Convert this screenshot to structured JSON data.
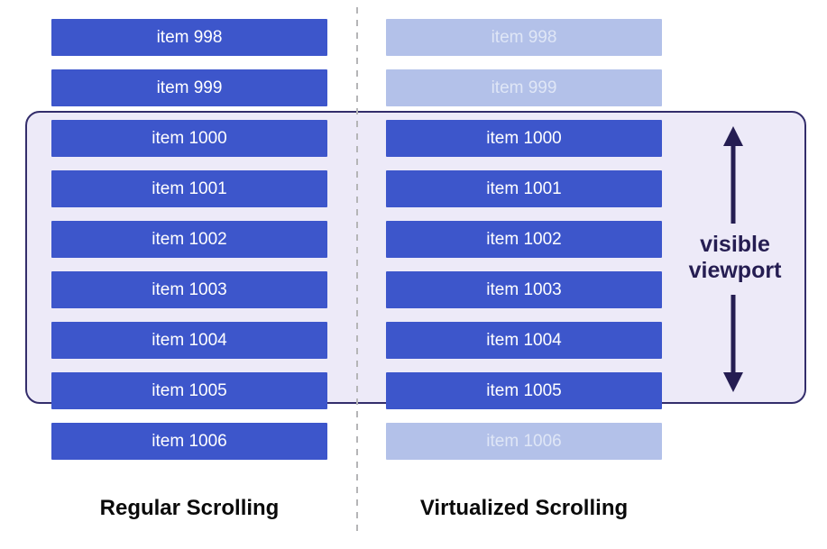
{
  "columns": [
    {
      "id": "regular",
      "caption": "Regular Scrolling",
      "items": [
        {
          "label": "item 998",
          "rendered": true
        },
        {
          "label": "item 999",
          "rendered": true
        },
        {
          "label": "item 1000",
          "rendered": true
        },
        {
          "label": "item 1001",
          "rendered": true
        },
        {
          "label": "item 1002",
          "rendered": true
        },
        {
          "label": "item 1003",
          "rendered": true
        },
        {
          "label": "item 1004",
          "rendered": true
        },
        {
          "label": "item 1005",
          "rendered": true
        },
        {
          "label": "item 1006",
          "rendered": true
        }
      ]
    },
    {
      "id": "virtualized",
      "caption": "Virtualized Scrolling",
      "items": [
        {
          "label": "item 998",
          "rendered": false
        },
        {
          "label": "item 999",
          "rendered": false
        },
        {
          "label": "item 1000",
          "rendered": true
        },
        {
          "label": "item 1001",
          "rendered": true
        },
        {
          "label": "item 1002",
          "rendered": true
        },
        {
          "label": "item 1003",
          "rendered": true
        },
        {
          "label": "item 1004",
          "rendered": true
        },
        {
          "label": "item 1005",
          "rendered": true
        },
        {
          "label": "item 1006",
          "rendered": false
        }
      ]
    }
  ],
  "viewport": {
    "label_line1": "visible",
    "label_line2": "viewport",
    "arrow_icon": "double-vertical-arrow-icon"
  },
  "colors": {
    "item_blue": "#3d56cb",
    "item_faded": "#b3c1e9",
    "item_text": "#ffffff",
    "item_text_faded": "#dfe6f6",
    "viewport_fill": "#edeaf8",
    "viewport_border": "#332d6b",
    "annotation": "#251d52",
    "divider": "#b5b5b7",
    "label_text": "#0a0a0a",
    "page_bg": "#ffffff"
  }
}
